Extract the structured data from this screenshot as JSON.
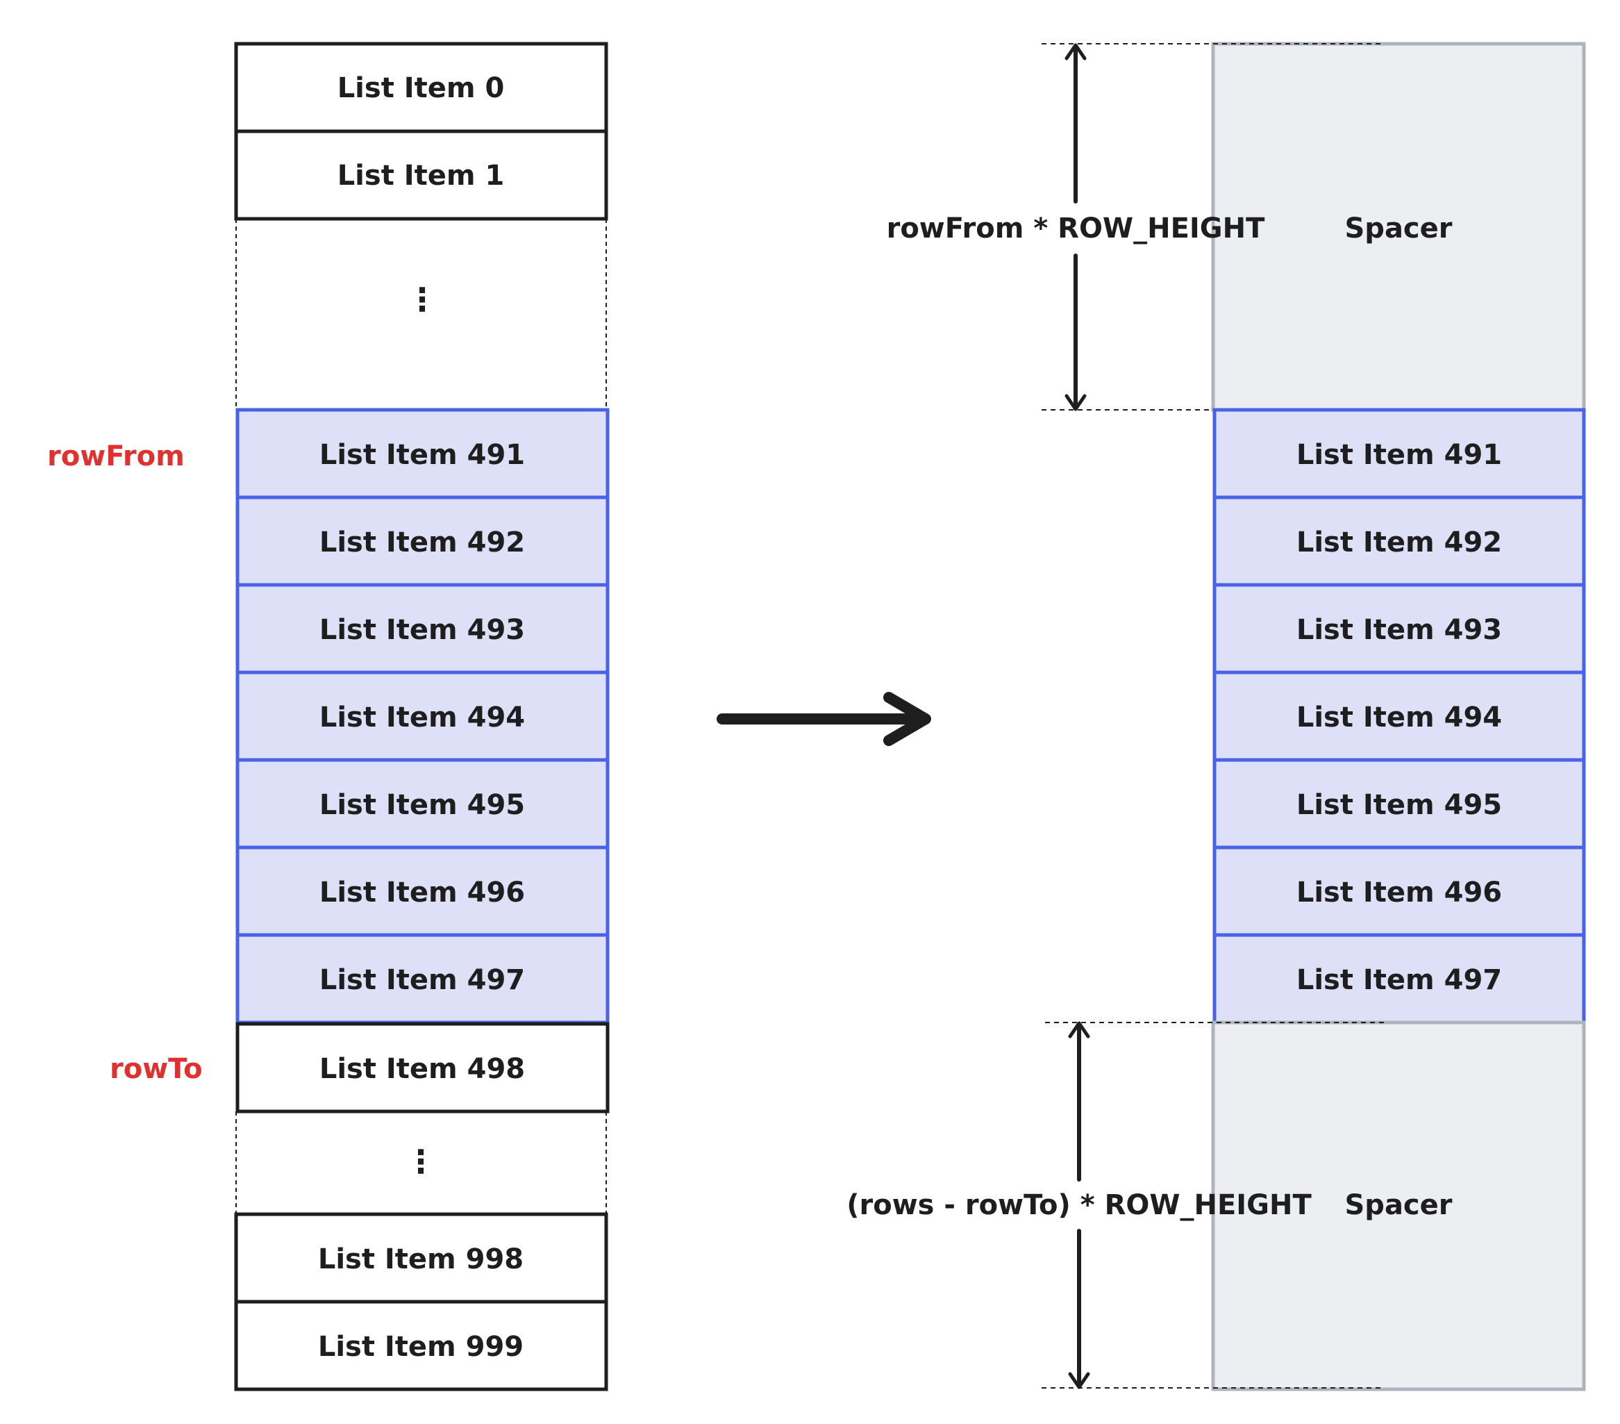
{
  "left_list": {
    "top_items": [
      "List Item 0",
      "List Item 1"
    ],
    "ellipsis_top": "⋮",
    "visible_items": [
      "List Item 491",
      "List Item 492",
      "List Item 493",
      "List Item 494",
      "List Item 495",
      "List Item 496",
      "List Item 497"
    ],
    "row_to_item": "List Item 498",
    "ellipsis_bottom": "⋮",
    "bottom_items": [
      "List Item 998",
      "List Item 999"
    ]
  },
  "markers": {
    "row_from": "rowFrom",
    "row_to": "rowTo"
  },
  "right_list": {
    "top_spacer": {
      "label": "Spacer",
      "dimension": "rowFrom * ROW_HEIGHT"
    },
    "visible_items": [
      "List Item 491",
      "List Item 492",
      "List Item 493",
      "List Item 494",
      "List Item 495",
      "List Item 496",
      "List Item 497"
    ],
    "bottom_spacer": {
      "label": "Spacer",
      "dimension": "(rows - rowTo) * ROW_HEIGHT"
    }
  },
  "colors": {
    "stroke": "#1e1e1e",
    "highlight_fill": "#dde0f6",
    "highlight_stroke": "#4a62e8",
    "spacer_fill": "#eceef1",
    "spacer_stroke": "#aeb4bd",
    "marker": "#e03131"
  }
}
